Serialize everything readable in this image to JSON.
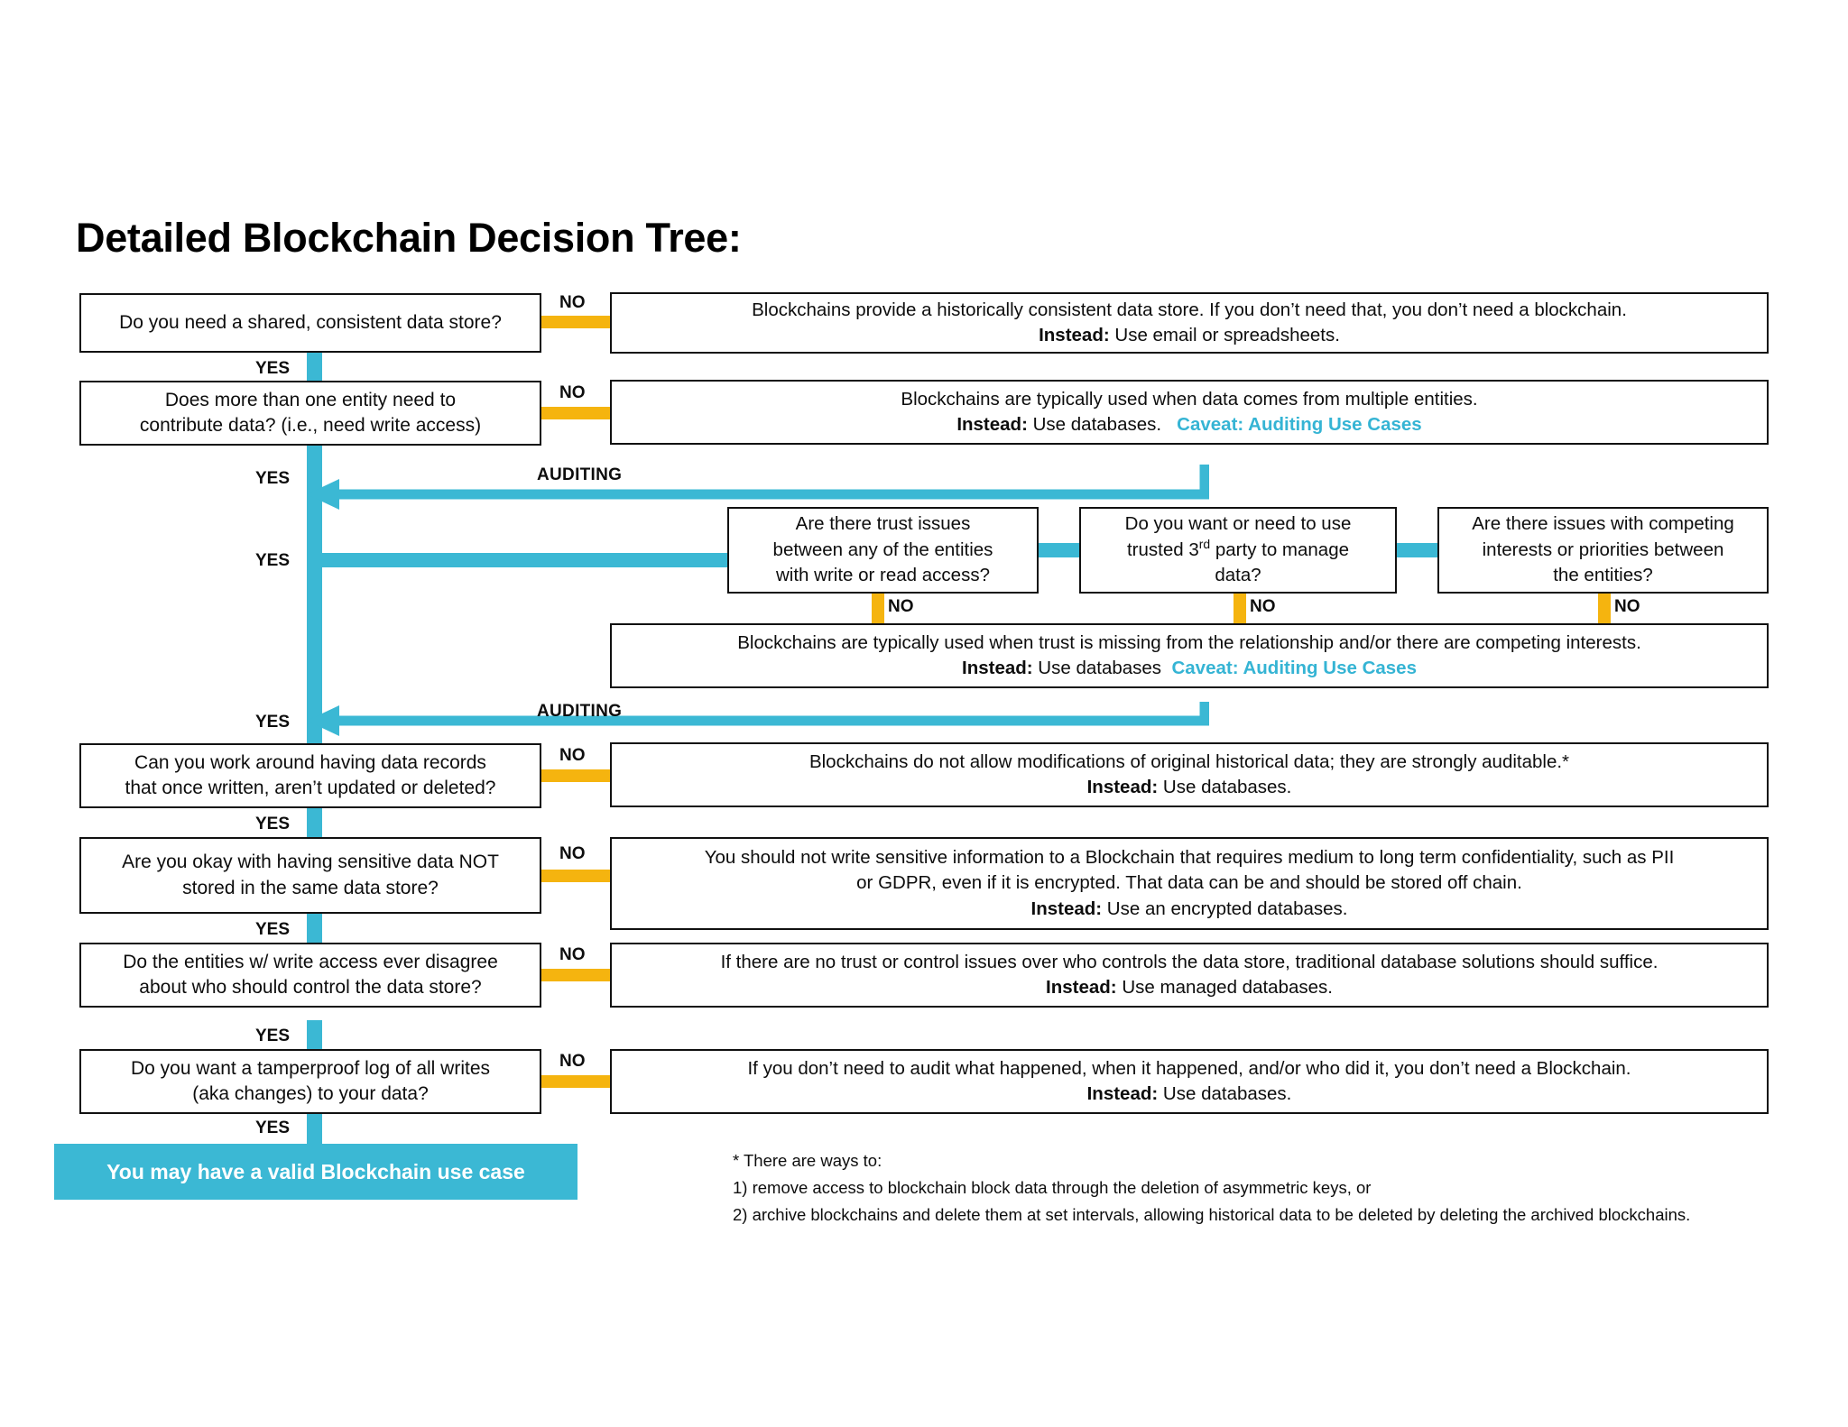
{
  "page": {
    "title": "Detailed Blockchain Decision Tree:",
    "accent_teal": "#3BB8D4",
    "accent_orange": "#F5B40F",
    "caveat_color": "#35B4D4"
  },
  "labels": {
    "yes": "YES",
    "no": "NO",
    "auditing": "AUDITING"
  },
  "questions": [
    {
      "id": "q1",
      "text": "Do you need a shared, consistent data store?"
    },
    {
      "id": "q2",
      "line1": "Does more than one entity need to",
      "line2": "contribute data? (i.e., need write access)"
    },
    {
      "id": "q3",
      "line1": "Can you work around having data records",
      "line2": "that once written, aren’t updated or deleted?"
    },
    {
      "id": "q4",
      "line1": "Are you okay with having sensitive data NOT",
      "line2": "stored in the same data store?"
    },
    {
      "id": "q5",
      "line1": "Do the entities w/ write access ever disagree",
      "line2": "about who should control the data store?"
    },
    {
      "id": "q6",
      "line1": "Do you want a tamperproof log of all writes",
      "line2": "(aka changes) to your data?"
    }
  ],
  "trust_questions": [
    {
      "id": "t1",
      "line1": "Are there trust issues",
      "line2": "between any of the entities",
      "line3": "with write or read access?"
    },
    {
      "id": "t2",
      "line1": "Do you want or need to use",
      "line2_a": "trusted 3",
      "line2_sup": "rd",
      "line2_b": " party to manage",
      "line3": "data?"
    },
    {
      "id": "t3",
      "line1": "Are there issues with competing",
      "line2": "interests or priorities between",
      "line3": "the entities?"
    }
  ],
  "answers": [
    {
      "id": "a1",
      "line1": "Blockchains provide a historically consistent data store. If you don’t need that, you don’t need a blockchain.",
      "instead_label": "Instead:",
      "instead_text": " Use email or spreadsheets.",
      "caveat": ""
    },
    {
      "id": "a2",
      "line1": "Blockchains are typically used when data comes from multiple entities.",
      "instead_label": "Instead:",
      "instead_text": " Use databases.",
      "caveat": "Caveat: Auditing Use Cases"
    },
    {
      "id": "a_trust",
      "line1": "Blockchains are typically used when trust is missing from the relationship and/or there are competing interests.",
      "instead_label": "Instead:",
      "instead_text": " Use databases",
      "caveat": "Caveat: Auditing Use Cases"
    },
    {
      "id": "a3",
      "line1": "Blockchains do not allow modifications of original historical data; they are strongly auditable.*",
      "instead_label": "Instead:",
      "instead_text": " Use databases.",
      "caveat": ""
    },
    {
      "id": "a4",
      "line1": "You should not write sensitive information to a Blockchain that requires medium to long term confidentiality, such as PII",
      "line2": "or GDPR, even if it is encrypted. That data can be and should be stored off chain.",
      "instead_label": "Instead:",
      "instead_text": " Use an encrypted databases.",
      "caveat": ""
    },
    {
      "id": "a5",
      "line1": "If there are no trust or control issues over who controls the data store, traditional database solutions should suffice.",
      "instead_label": "Instead:",
      "instead_text": " Use managed databases.",
      "caveat": ""
    },
    {
      "id": "a6",
      "line1": "If you don’t need to audit what happened, when it happened, and/or who did it, you don’t need a Blockchain.",
      "instead_label": "Instead:",
      "instead_text": " Use databases.",
      "caveat": ""
    }
  ],
  "conclusion": {
    "text": "You may have a valid Blockchain use case"
  },
  "footnote": {
    "line0": "* There are ways to:",
    "line1": "1) remove access to blockchain block data through the deletion of asymmetric keys, or",
    "line2": "2) archive blockchains and delete them at set intervals, allowing historical data to be deleted by deleting the archived blockchains."
  }
}
